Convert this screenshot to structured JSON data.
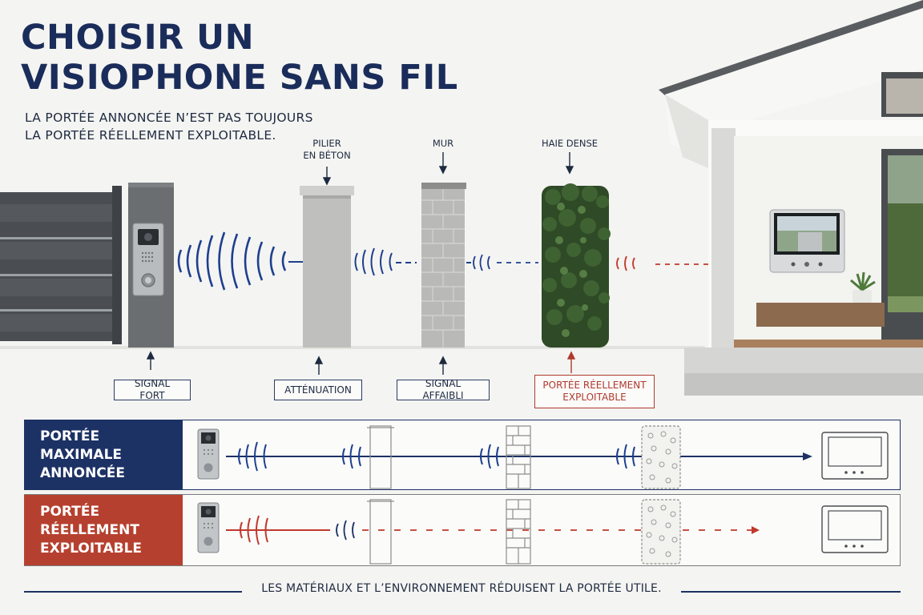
{
  "title": {
    "line1": "Choisir un",
    "line2": "visiophone sans fil"
  },
  "subtitle": {
    "line1": "La portée annoncée n’est pas toujours",
    "line2": "la portée réellement exploitable."
  },
  "obstacles": {
    "pillar": {
      "line1": "Pilier",
      "line2": "en béton"
    },
    "wall": "Mur",
    "hedge": "Haie dense"
  },
  "callouts": {
    "strong": "Signal fort",
    "attenuation": "Atténuation",
    "weakened": "Signal affaibli",
    "usable": {
      "line1": "Portée réellement",
      "line2": "exploitable"
    }
  },
  "comparison": {
    "max": {
      "line1": "Portée maximale",
      "line2": "annoncée"
    },
    "real": {
      "line1": "Portée réellement",
      "line2": "exploitable"
    }
  },
  "footer": "Les matériaux et l’environnement réduisent la portée utile.",
  "colors": {
    "navy": "#1c3164",
    "red": "#b6402f",
    "signal_blue": "#1e3f8f",
    "signal_red": "#c0392b"
  },
  "icons": [
    "video-doorbell-icon",
    "monitor-icon",
    "wave-icon",
    "arrow-down-icon",
    "arrow-up-icon",
    "plant-icon"
  ]
}
